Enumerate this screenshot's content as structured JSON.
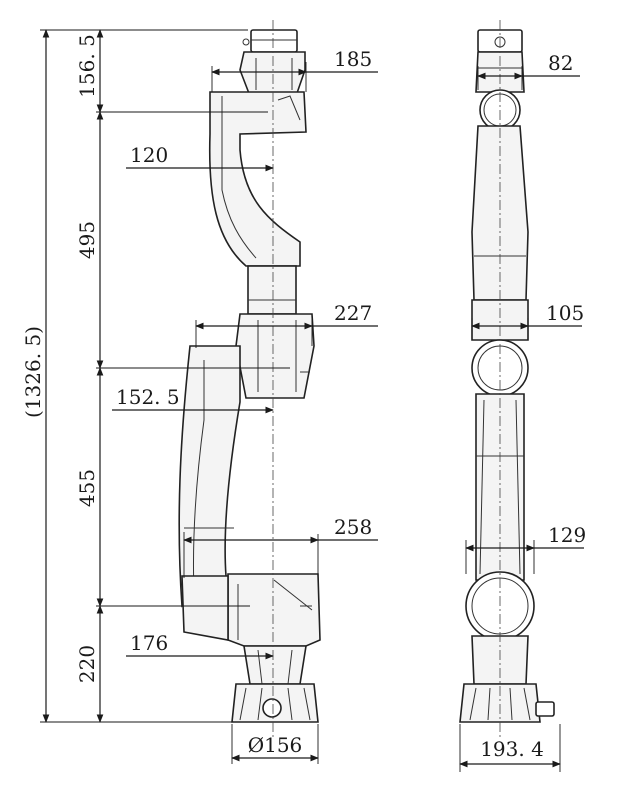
{
  "dimensions": {
    "total_height": "(1326. 5)",
    "seg_base_height": "156. 5",
    "seg_upper_length": "495",
    "seg_lower_length": "455",
    "seg_bottom_height": "220",
    "w_joint_top": "185",
    "offset_upper": "120",
    "w_elbow": "227",
    "offset_lower": "152. 5",
    "w_shoulder": "258",
    "offset_shoulder": "176",
    "base_diameter": "Ø156",
    "side_top": "82",
    "side_elbow": "105",
    "side_shoulder": "129",
    "side_base": "193. 4"
  }
}
